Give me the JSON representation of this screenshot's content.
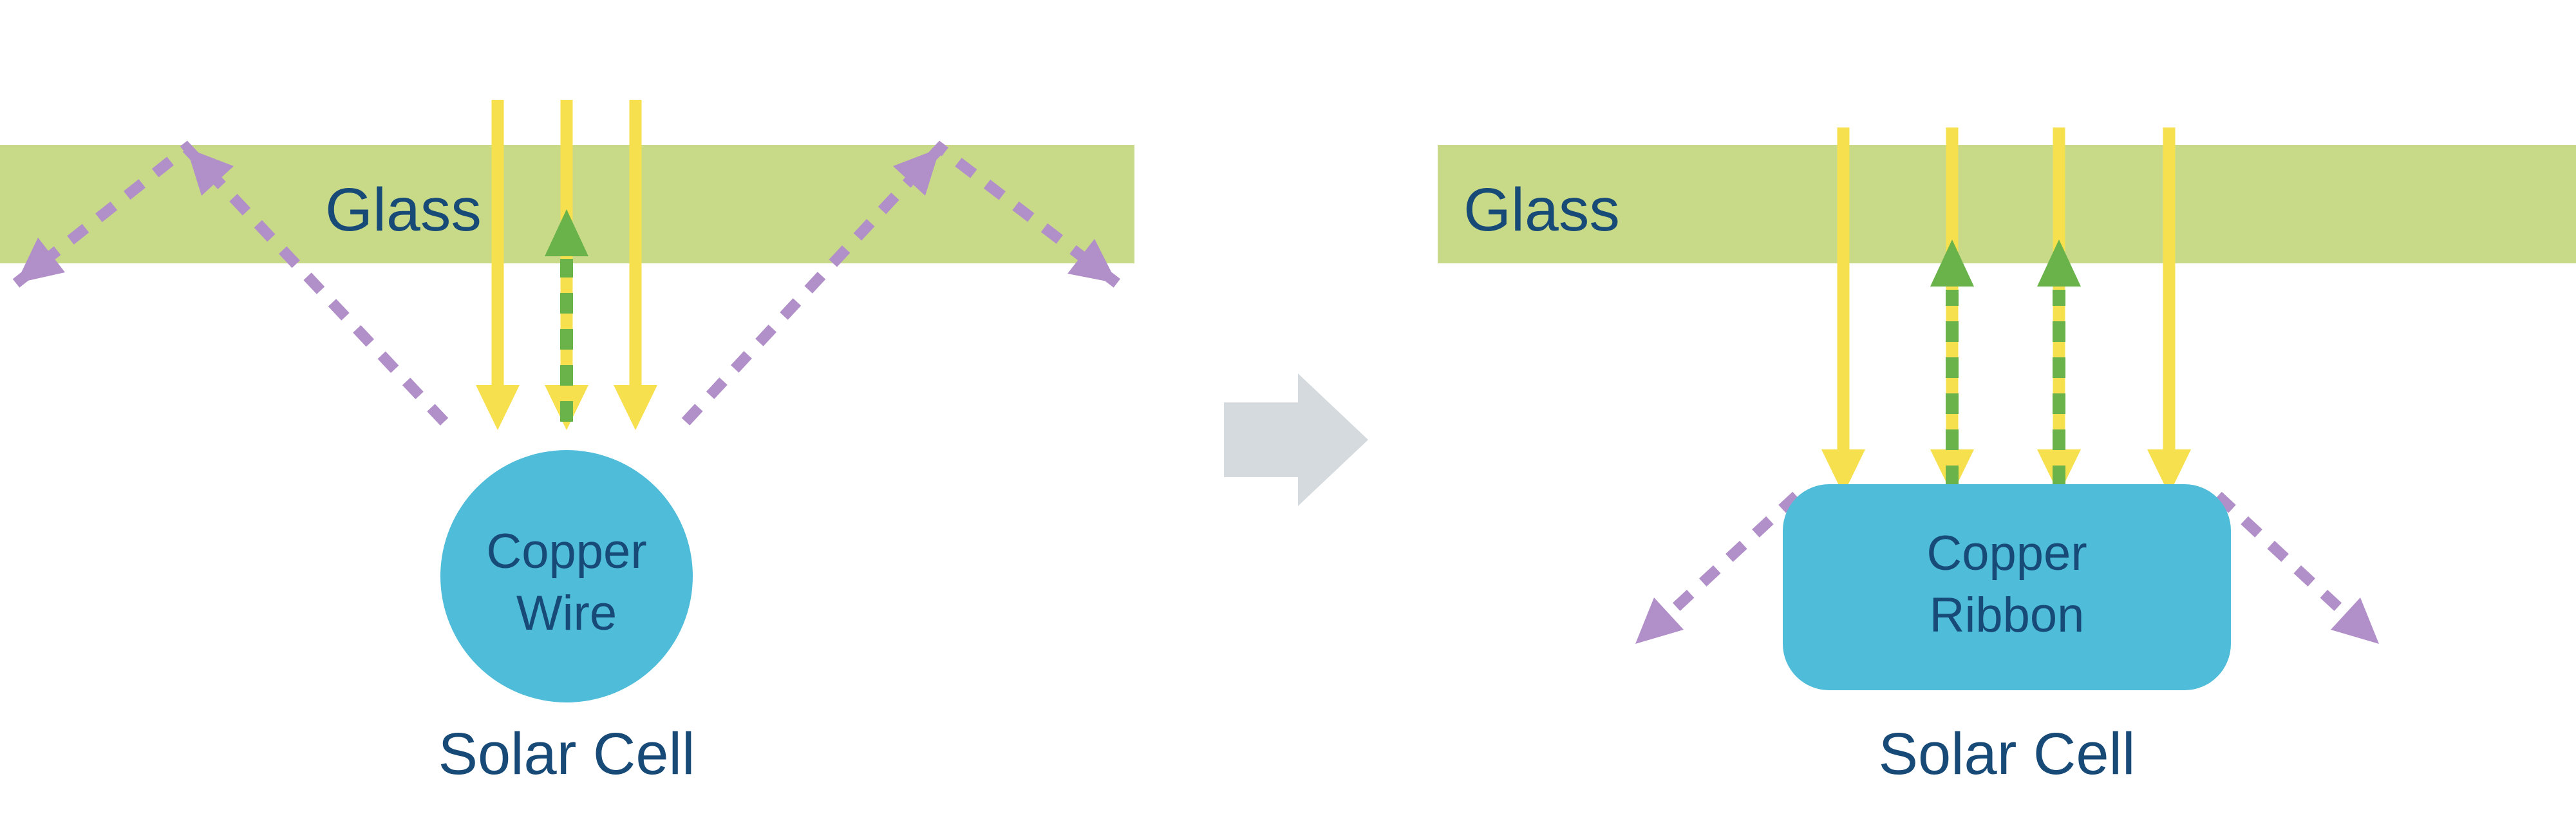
{
  "colors": {
    "background": "#ffffff",
    "glass_green": "#c8da88",
    "copper_blue": "#4fbcd9",
    "sunlight_yellow": "#f6e04e",
    "reflected_green": "#69b34a",
    "escaped_purple": "#b18fc9",
    "label_navy": "#174a77",
    "transition_gray": "#d4dadd"
  },
  "left_panel": {
    "glass_label": "Glass",
    "conductor_label_line1": "Copper",
    "conductor_label_line2": "Wire",
    "solar_cell_label": "Solar Cell"
  },
  "right_panel": {
    "glass_label": "Glass",
    "conductor_label_line1": "Copper",
    "conductor_label_line2": "Ribbon",
    "solar_cell_label": "Solar Cell"
  },
  "icons": {
    "transition_arrow": "right-block-arrow",
    "sunlight_ray": "solid-down-arrow",
    "reflected_ray": "dashed-up-arrow",
    "escaping_ray": "dashed-diagonal-arrow"
  }
}
